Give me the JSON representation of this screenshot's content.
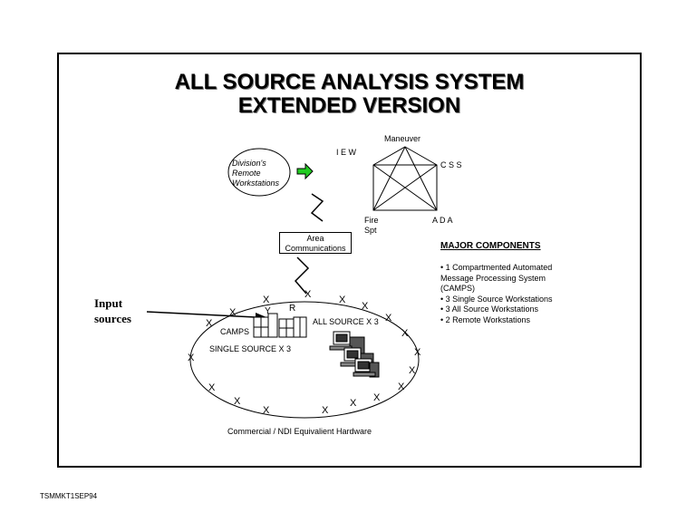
{
  "title": {
    "line1": "ALL SOURCE ANALYSIS SYSTEM",
    "line2": "EXTENDED VERSION"
  },
  "remote": {
    "line1": "Division's",
    "line2": "Remote",
    "line3": "Workstations"
  },
  "network": {
    "top": "Maneuver",
    "left": "I E W",
    "right": "C S S",
    "bottom_left_1": "Fire",
    "bottom_left_2": "Spt",
    "bottom_right": "A D A"
  },
  "area_comm": {
    "line1": "Area",
    "line2": "Communications"
  },
  "components": {
    "heading": "MAJOR COMPONENTS",
    "items": [
      "• 1 Compartmented Automated Message Processing System (CAMPS)",
      "• 3 Single Source Workstations",
      "• 3 All Source Workstations",
      "• 2 Remote Workstations"
    ]
  },
  "input": {
    "line1": "Input",
    "line2": "sources"
  },
  "camps": {
    "label": "CAMPS",
    "y": "Y",
    "r": "R"
  },
  "all_source": "ALL SOURCE X 3",
  "single_source": "SINGLE SOURCE X 3",
  "hardware": "Commercial / NDI Equivalient Hardware",
  "x_mark": "X",
  "footer": "TSMMKT1SEP94",
  "colors": {
    "arrow": "#22cc22",
    "text": "#000000"
  }
}
